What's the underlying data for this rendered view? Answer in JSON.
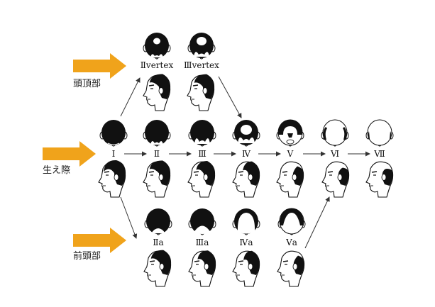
{
  "colors": {
    "accent_arrow": "#F0A31B",
    "hair": "#111111",
    "skin": "#ffffff",
    "line": "#333333"
  },
  "rows": {
    "vertex": {
      "label": "頭頂部"
    },
    "hairline": {
      "label": "生え際"
    },
    "frontal": {
      "label": "前頭部"
    }
  },
  "stages": {
    "vertex": [
      {
        "id": "II-vertex",
        "label": "Ⅱvertex",
        "top_view": "crown-spot-small"
      },
      {
        "id": "III-vertex",
        "label": "Ⅲvertex",
        "top_view": "crown-spot-large"
      }
    ],
    "hairline": [
      {
        "id": "I",
        "label": "Ⅰ",
        "top_view": "full-hair"
      },
      {
        "id": "II",
        "label": "Ⅱ",
        "top_view": "temple-recession-slight"
      },
      {
        "id": "III",
        "label": "Ⅲ",
        "top_view": "temple-recession-deep"
      },
      {
        "id": "IV",
        "label": "Ⅳ",
        "top_view": "recession-plus-crown"
      },
      {
        "id": "V",
        "label": "Ⅴ",
        "top_view": "bridge-thinning"
      },
      {
        "id": "VI",
        "label": "Ⅵ",
        "top_view": "bald-top"
      },
      {
        "id": "VII",
        "label": "Ⅶ",
        "top_view": "fully-bald-top"
      }
    ],
    "frontal": [
      {
        "id": "IIa",
        "label": "Ⅱa",
        "top_view": "front-recession-slight"
      },
      {
        "id": "IIIa",
        "label": "Ⅲa",
        "top_view": "front-recession-moderate"
      },
      {
        "id": "IVa",
        "label": "Ⅳa",
        "top_view": "front-recession-deep"
      },
      {
        "id": "Va",
        "label": "Ⅴa",
        "top_view": "front-recession-extensive"
      }
    ]
  }
}
